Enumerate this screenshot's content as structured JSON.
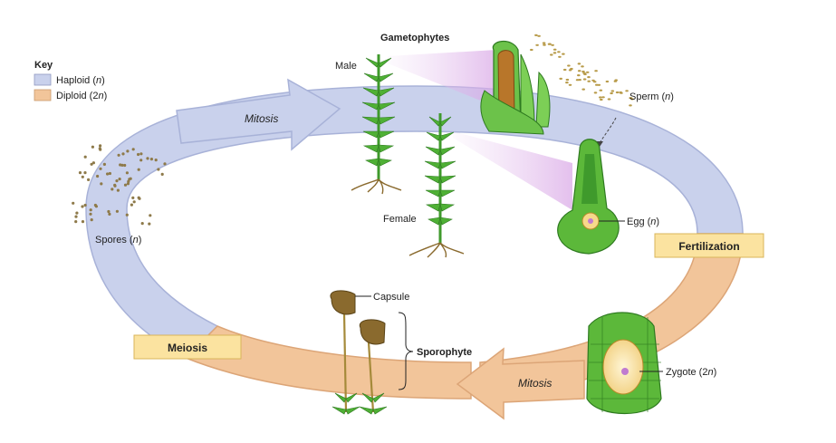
{
  "key": {
    "title": "Key",
    "haploid": {
      "prefix": "Haploid (",
      "symbol": "n",
      "suffix": ")",
      "color": "#c9d1ec"
    },
    "diploid": {
      "prefix": "Diploid (2",
      "symbol": "n",
      "suffix": ")",
      "color": "#f2c59a"
    }
  },
  "labels": {
    "gametophytes": "Gametophytes",
    "male": "Male",
    "female": "Female",
    "sperm": {
      "prefix": "Sperm (",
      "symbol": "n",
      "suffix": ")"
    },
    "egg": {
      "prefix": "Egg (",
      "symbol": "n",
      "suffix": ")"
    },
    "spores": {
      "prefix": "Spores (",
      "symbol": "n",
      "suffix": ")"
    },
    "capsule": "Capsule",
    "sporophyte": "Sporophyte",
    "zygote": {
      "prefix": "Zygote (2",
      "symbol": "n",
      "suffix": ")"
    },
    "mitosis_top": "Mitosis",
    "mitosis_bottom": "Mitosis"
  },
  "stages": {
    "fertilization": "Fertilization",
    "meiosis": "Meiosis"
  },
  "colors": {
    "haploid_band": "#c9d1ec",
    "diploid_band": "#f2c59a",
    "stage_box": "#fbe3a0",
    "plant_green": "#3f9a2c",
    "leaf_light": "#6cc24a",
    "spore_dot": "#8e7a4a",
    "capsule_brown": "#8a6a2e"
  }
}
